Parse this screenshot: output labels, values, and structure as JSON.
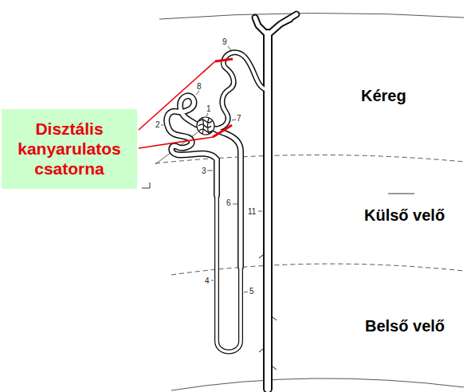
{
  "diagram": {
    "nodes": [
      {
        "text": [
          "Disztális kanyarulatos csatorna"
        ]
      }
    ],
    "labels": [
      "Kéreg",
      "Külső velő",
      "Belső velő",
      "9",
      "8",
      "1",
      "2",
      "7",
      "3",
      "6",
      "11",
      "4",
      "5"
    ]
  }
}
